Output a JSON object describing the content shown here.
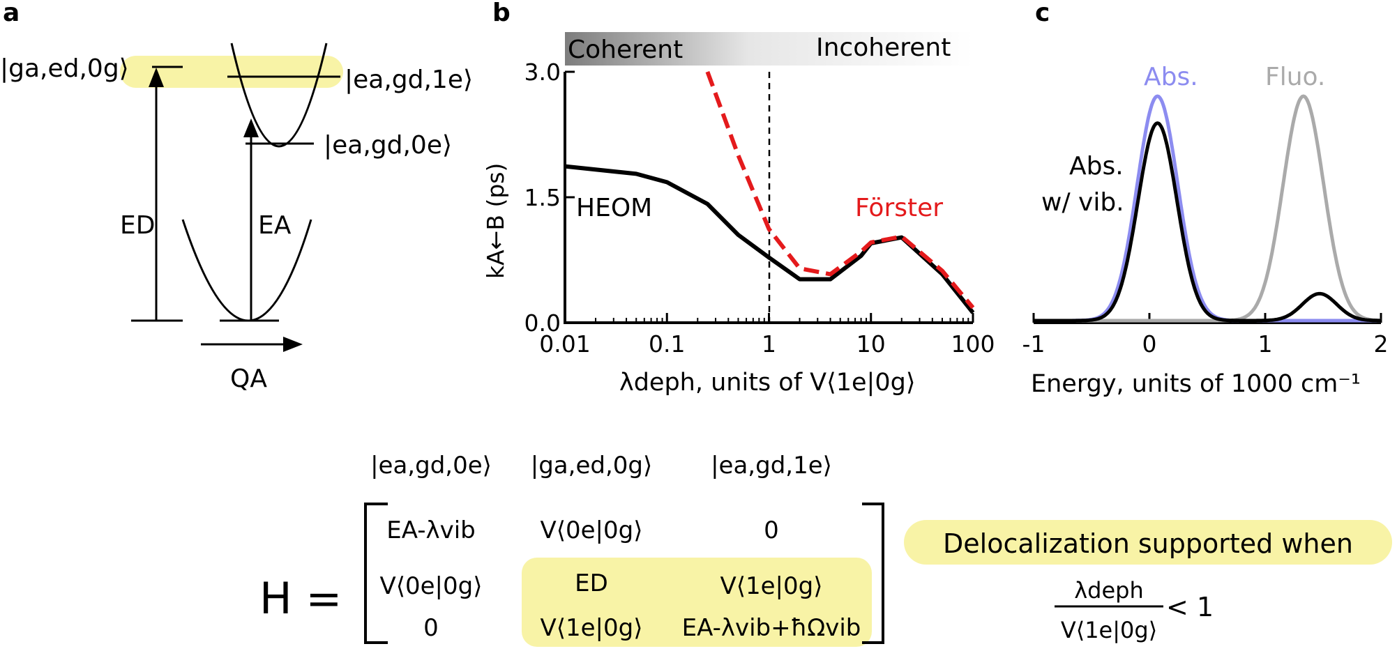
{
  "figure": {
    "panel_labels": [
      "a",
      "b",
      "c"
    ],
    "panel_a": {
      "state_ground_donor": "|ga,ed,0g⟩",
      "state_acceptor_vib1": "|ea,gd,1e⟩",
      "state_acceptor_vib0": "|ea,gd,0e⟩",
      "energy_donor": "ED",
      "energy_acceptor": "EA",
      "coordinate": "QA"
    },
    "panel_b": {
      "band_left": "Coherent",
      "band_right": "Incoherent",
      "ylabel": "kA←B (ps)",
      "xlabel": "λdeph, units of V⟨1e|0g⟩",
      "x_ticks": [
        "0.01",
        "0.1",
        "1",
        "10",
        "100"
      ],
      "y_ticks": [
        "0.0",
        "1.5",
        "3.0"
      ],
      "series_labels": [
        "HEOM",
        "Förster"
      ],
      "colors": {
        "heom": "#000000",
        "forster": "#e41a1c"
      }
    },
    "panel_c": {
      "label_abs": "Abs.",
      "label_fluo": "Fluo.",
      "label_abs_vib_1": "Abs.",
      "label_abs_vib_2": "w/ vib.",
      "xlabel": "Energy, units of 1000 cm⁻¹",
      "x_ticks": [
        "-1",
        "0",
        "1",
        "2"
      ],
      "colors": {
        "abs": "#8c8cf0",
        "fluo": "#aaaaaa",
        "abs_vib": "#000000"
      }
    },
    "hamiltonian": {
      "lhs": "H =",
      "col_headers": [
        "|ea,gd,0e⟩",
        "|ga,ed,0g⟩",
        "|ea,gd,1e⟩"
      ],
      "rows": [
        [
          "EA-λvib",
          "V⟨0e|0g⟩",
          "0"
        ],
        [
          "V⟨0e|0g⟩",
          "ED",
          "V⟨1e|0g⟩"
        ],
        [
          "0",
          "V⟨1e|0g⟩",
          "EA-λvib+ħΩvib"
        ]
      ],
      "note": "Delocalization supported when",
      "fraction_num": "λdeph",
      "fraction_den": "V⟨1e|0g⟩",
      "inequality": "< 1",
      "highlight_color": "#f8f3a6"
    }
  },
  "chart_data": [
    {
      "type": "line",
      "xscale": "log",
      "xlim": [
        0.01,
        100
      ],
      "ylim": [
        0,
        3.0
      ],
      "xlabel": "λdeph, units of V⟨1e|0g⟩",
      "ylabel": "kA←B (ps)",
      "series": [
        {
          "name": "HEOM",
          "style": "solid",
          "x": [
            0.01,
            0.05,
            0.1,
            0.25,
            0.5,
            1,
            2,
            4,
            8,
            10,
            20,
            50,
            100
          ],
          "y": [
            1.87,
            1.78,
            1.68,
            1.42,
            1.05,
            0.78,
            0.52,
            0.52,
            0.8,
            0.95,
            1.02,
            0.58,
            0.12
          ]
        },
        {
          "name": "Förster",
          "style": "dashed",
          "x": [
            0.25,
            0.5,
            1,
            2,
            4,
            8,
            10,
            20,
            50,
            100
          ],
          "y": [
            3.0,
            2.0,
            1.12,
            0.65,
            0.58,
            0.85,
            0.96,
            1.03,
            0.62,
            0.18
          ]
        }
      ],
      "vline_x": 1
    },
    {
      "type": "line",
      "xlim": [
        -1,
        2
      ],
      "xlabel": "Energy, units of 1000 cm⁻¹",
      "series": [
        {
          "name": "Abs.",
          "peaks": [
            {
              "center": 0.07,
              "height": 1.0,
              "width": 0.26
            }
          ]
        },
        {
          "name": "Fluo.",
          "peaks": [
            {
              "center": 1.33,
              "height": 1.0,
              "width": 0.26
            }
          ]
        },
        {
          "name": "Abs. w/ vib.",
          "peaks": [
            {
              "center": 0.07,
              "height": 0.88,
              "width": 0.25
            },
            {
              "center": 1.47,
              "height": 0.12,
              "width": 0.22
            }
          ]
        }
      ]
    }
  ]
}
